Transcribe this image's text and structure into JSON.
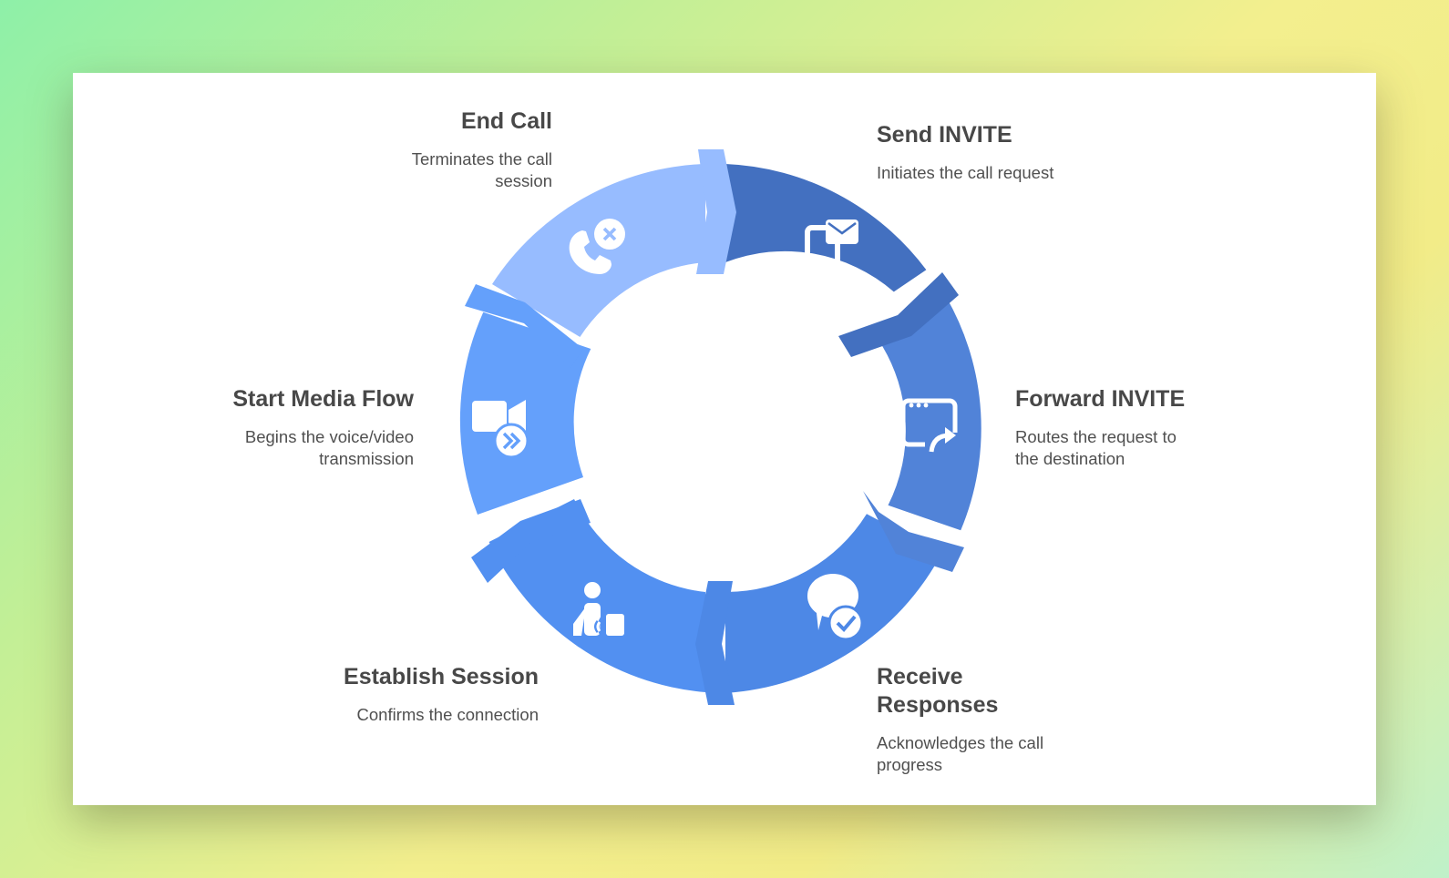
{
  "steps": [
    {
      "id": "send-invite",
      "title": "Send INVITE",
      "description": "Initiates the call request",
      "color": "#4370c0",
      "icon": "mobile-mail-icon"
    },
    {
      "id": "forward-invite",
      "title": "Forward INVITE",
      "description": "Routes the request to the destination",
      "color": "#5183d8",
      "icon": "window-forward-icon"
    },
    {
      "id": "receive-responses",
      "title": "Receive Responses",
      "description": "Acknowledges the call progress",
      "color": "#4d88e6",
      "icon": "chat-check-icon"
    },
    {
      "id": "establish-session",
      "title": "Establish Session",
      "description": "Confirms the connection",
      "color": "#5290f1",
      "icon": "person-signal-icon"
    },
    {
      "id": "start-media-flow",
      "title": "Start Media Flow",
      "description": "Begins the voice/video transmission",
      "color": "#64a0fb",
      "icon": "video-forward-icon"
    },
    {
      "id": "end-call",
      "title": "End Call",
      "description": "Terminates the call session",
      "color": "#97bcff",
      "icon": "phone-cancel-icon"
    }
  ]
}
